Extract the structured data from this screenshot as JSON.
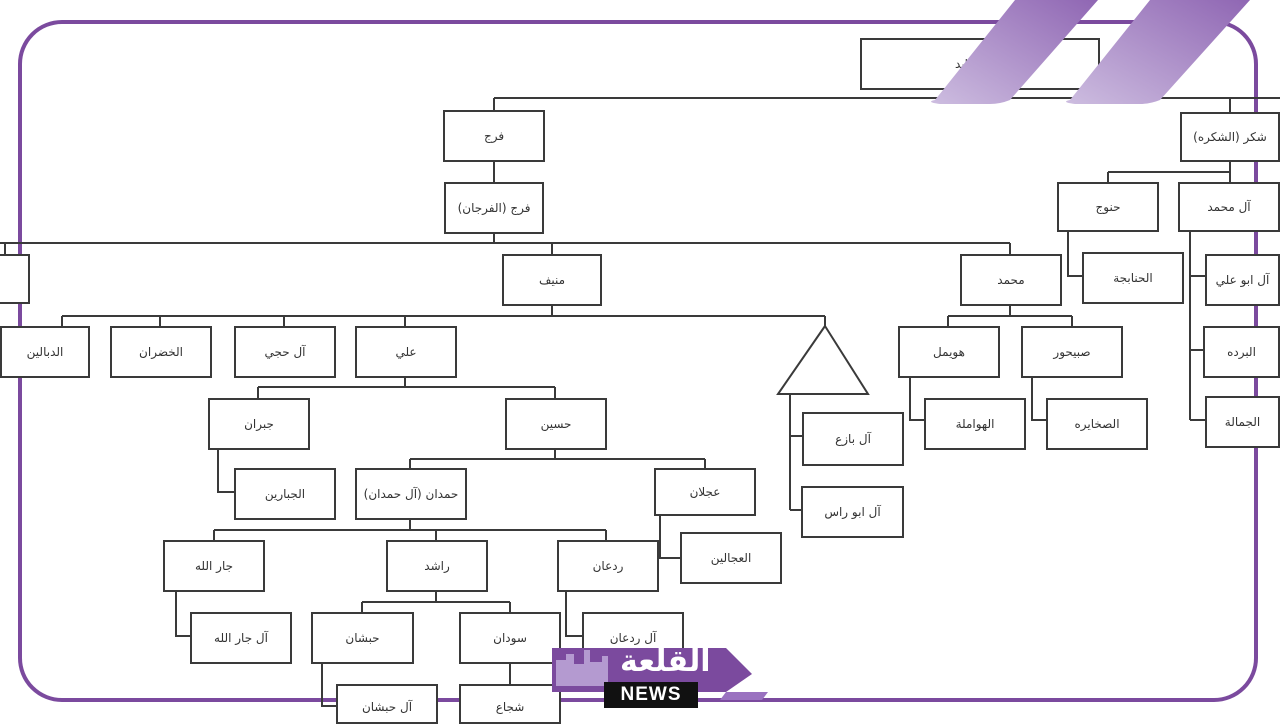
{
  "diagram": {
    "nodes": {
      "root": "حسـ...ـايد",
      "faraj": "فرج",
      "faraj_alfarajan": "فرج (الفرجان)",
      "shaker": "شكر (الشكره)",
      "hanouj": "حنوج",
      "al_mohammed_r": "آل محمد",
      "hanabjeh": "الحنابجة",
      "al_abu_ali": "آل ابو علي",
      "bardeh": "البرده",
      "jamaleh": "الجمالة",
      "munif": "منيف",
      "mohammed": "محمد",
      "dabayleh": "الدبالين",
      "khudaran": "الخضران",
      "al_haji": "آل حجي",
      "ali": "علي",
      "huwaimel": "هويمل",
      "subaihour": "صبيحور",
      "hawamleh": "الهواملة",
      "sakhayreh": "الصخايره",
      "jibran": "جبران",
      "hussein": "حسين",
      "al_bazea": "آل بازع",
      "al_abu_ras": "آل ابو راس",
      "jabareen": "الجبارين",
      "hamdan": "حمدان (آل حمدان)",
      "ajlan": "عجلان",
      "ajaleen": "العجالين",
      "jarallah": "جار الله",
      "rashed": "راشد",
      "rad_an": "ردعان",
      "al_jarallah": "آل جار الله",
      "al_rad_an": "آل ردعان",
      "habshan": "حبشان",
      "sudan": "سودان",
      "al_habshan": "آل حبشان",
      "shuja": "شجاع"
    }
  },
  "logo": {
    "title": "القلعة",
    "subtitle": "NEWS"
  },
  "colors": {
    "frame": "#7b4a9e",
    "stripe": "#8f66b3",
    "line": "#3a3a3a"
  }
}
